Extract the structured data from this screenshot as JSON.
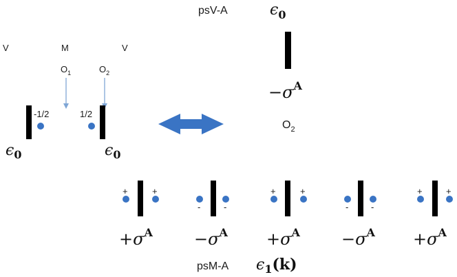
{
  "colors": {
    "bar": "#000000",
    "dot": "#3a74c4",
    "charge": "#e0141a",
    "arrow_big": "#3a74c4",
    "arrow_thin": "#7fa6d6"
  },
  "labels": {
    "top_title": "psV-A",
    "epsilon": "ϵ",
    "zero": "0",
    "one": "1",
    "k_arg": "(k)",
    "minus": "−",
    "plus": "+",
    "sigma": "σ",
    "A": "A",
    "O": "O",
    "sub1": "1",
    "sub2": "2",
    "V": "V",
    "M": "M",
    "half_neg": "-1/2",
    "half_pos": "1/2",
    "bottom_title": "psM-A",
    "charge_plus": "+",
    "charge_minus": "-"
  },
  "icons": {
    "double_arrow": "double-headed-arrow-icon",
    "down_arrow": "down-arrow-icon"
  }
}
